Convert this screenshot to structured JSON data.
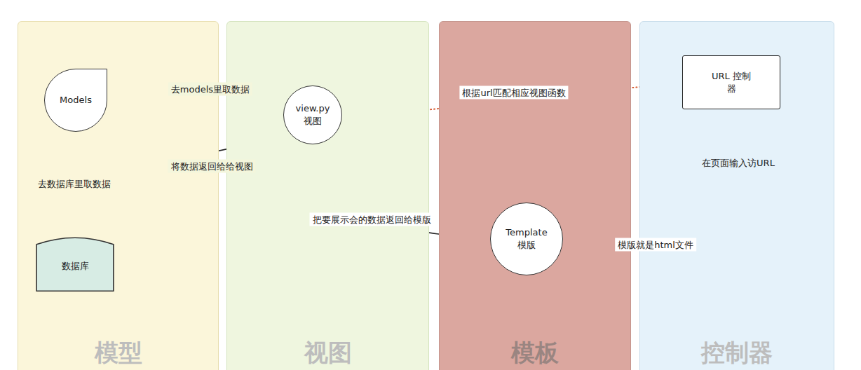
{
  "diagram": {
    "nodes": [
      {
        "text": [
          "模型"
        ]
      },
      {
        "text": [
          "视图"
        ]
      },
      {
        "text": [
          "模板"
        ]
      },
      {
        "text": [
          "控制器"
        ]
      },
      {
        "text": [
          "Models"
        ],
        "in": 0
      },
      {
        "text": [
          "数据库"
        ],
        "in": 0
      },
      {
        "text": [
          "view.py 视图"
        ],
        "in": 1
      },
      {
        "text": [
          "Template 模版"
        ],
        "in": 2
      },
      {
        "text": [
          "URL 控制器"
        ],
        "in": 3
      }
    ],
    "edges": [
      {
        "from": 6,
        "to": 4,
        "arrow": "to",
        "label": "去models里取数据"
      },
      {
        "from": 4,
        "to": 5,
        "arrow": "to",
        "label": "去数据库里取数据"
      },
      {
        "from": 4,
        "to": 6,
        "arrow": "to",
        "label": "将数据返回给给视图"
      },
      {
        "from": 8,
        "to": 6,
        "arrow": "to",
        "label": "根据url匹配相应视图函数"
      },
      {
        "from": 6,
        "to": 7,
        "arrow": "to",
        "label": "把要展示会的数据返回给模版"
      }
    ],
    "labels": [
      "模版就是html文件",
      "在页面输入访URL"
    ]
  }
}
